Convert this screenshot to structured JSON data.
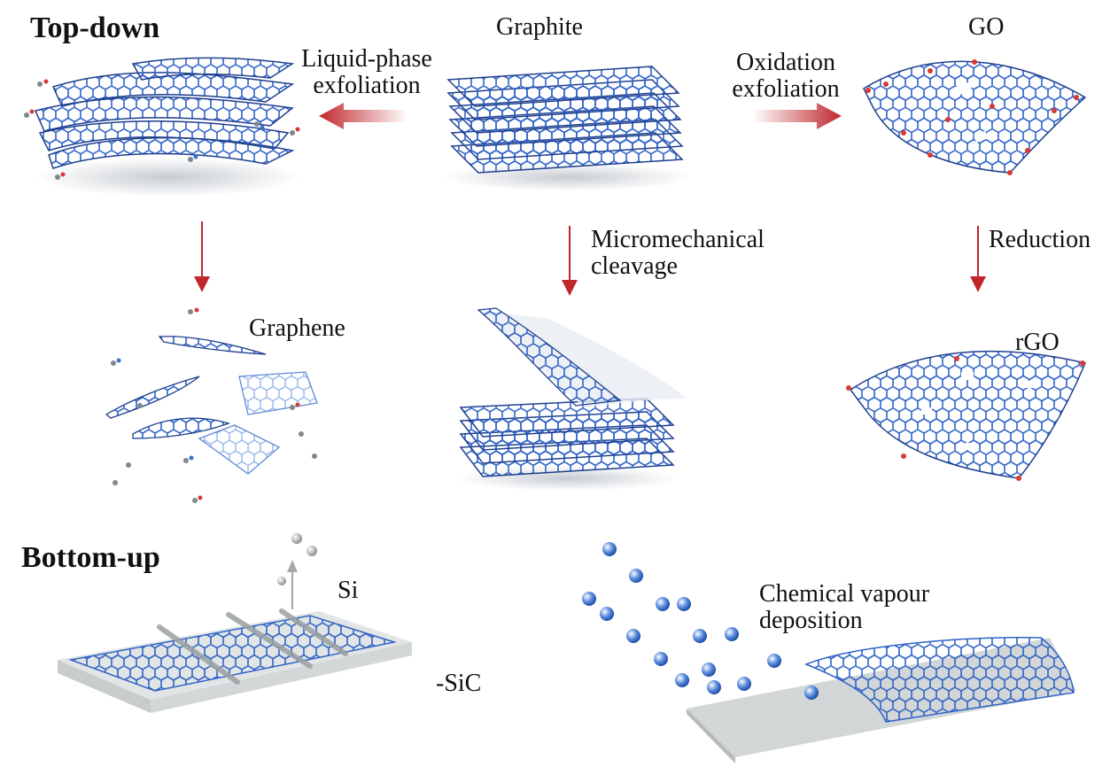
{
  "sections": {
    "top_down": "Top-down",
    "bottom_up": "Bottom-up"
  },
  "materials": {
    "graphite": "Graphite",
    "go": "GO",
    "graphene": "Graphene",
    "rgo": "rGO",
    "si": "Si",
    "sic": "-SiC"
  },
  "processes": {
    "liquid_phase": {
      "line1": "Liquid-phase",
      "line2": "exfoliation"
    },
    "oxidation": {
      "line1": "Oxidation",
      "line2": "exfoliation"
    },
    "micromechanical": {
      "line1": "Micromechanical",
      "line2": "cleavage"
    },
    "reduction": "Reduction",
    "cvd": {
      "line1": "Chemical vapour",
      "line2": "deposition"
    }
  },
  "colors": {
    "lattice": "#2f63c6",
    "lattice_dark": "#1f3f8f",
    "arrow_red": "#c0272d",
    "substrate": "#d9dcdc",
    "oxygen": "#d83a34",
    "si_atom": "#9aa0a3"
  }
}
